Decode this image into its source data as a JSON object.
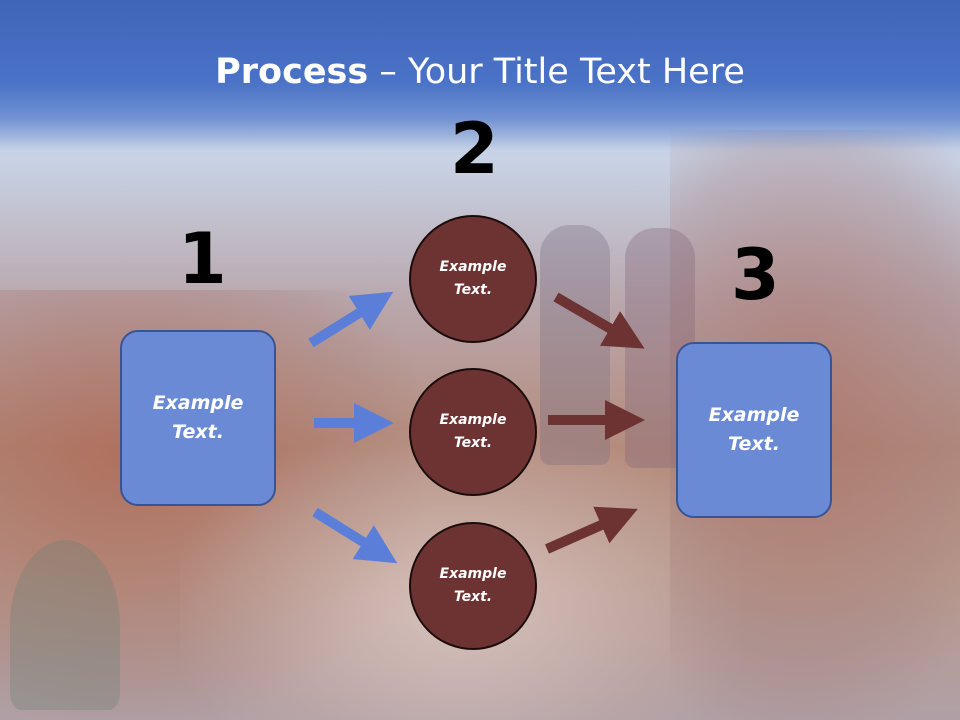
{
  "slide": {
    "title_bold": "Process",
    "title_rest": " – Your Title Text Here",
    "steps": [
      {
        "number": "1"
      },
      {
        "number": "2"
      },
      {
        "number": "3"
      }
    ],
    "left_box": {
      "line1": "Example",
      "line2": "Text."
    },
    "right_box": {
      "line1": "Example",
      "line2": "Text."
    },
    "circles": [
      {
        "line1": "Example",
        "line2": "Text."
      },
      {
        "line1": "Example",
        "line2": "Text."
      },
      {
        "line1": "Example",
        "line2": "Text."
      }
    ]
  },
  "colors": {
    "title_band": "#4a72c6",
    "box_fill": "#6a8ad6",
    "circle_fill": "#6d3332",
    "arrow_blue": "#5b7fd8",
    "arrow_brown": "#6d3332"
  }
}
